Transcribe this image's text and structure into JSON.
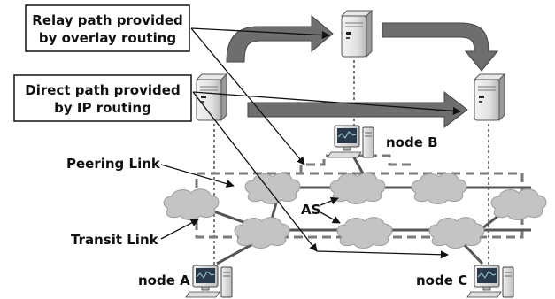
{
  "callouts": {
    "relay_line1": "Relay path provided",
    "relay_line2": "by overlay routing",
    "direct_line1": "Direct path provided",
    "direct_line2": "by IP routing"
  },
  "labels": {
    "peering_link": "Peering Link",
    "transit_link": "Transit Link",
    "as": "AS",
    "node_a": "node A",
    "node_b": "node B",
    "node_c": "node C"
  },
  "colors": {
    "arrow_fill": "#6e6e6e",
    "cloud_fill": "#c4c4c4",
    "link_stroke": "#555555",
    "peering_dash": "#7a7a7a"
  },
  "icons": [
    "server-icon",
    "desktop-computer-icon",
    "as-cloud-icon"
  ]
}
